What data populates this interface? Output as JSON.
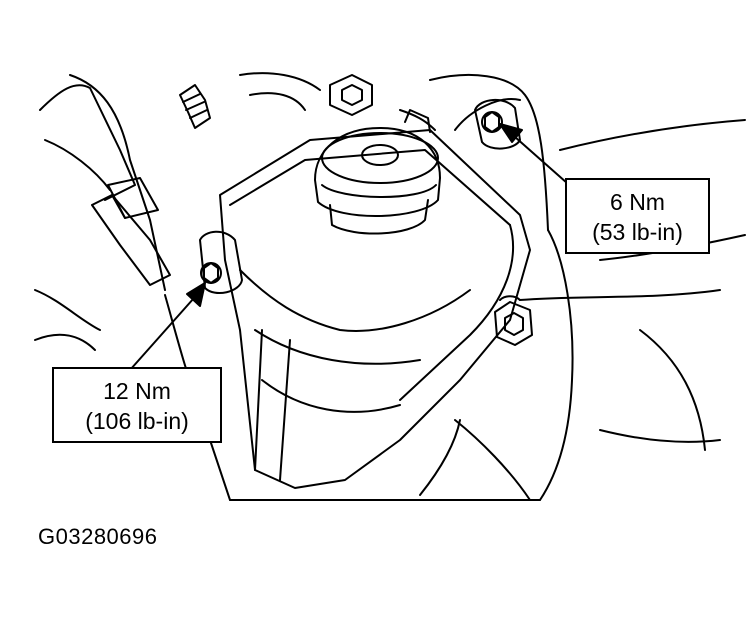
{
  "callouts": {
    "right": {
      "line1": "6 Nm",
      "line2": "(53 lb-in)"
    },
    "left": {
      "line1": "12 Nm",
      "line2": "(106 lb-in)"
    }
  },
  "figure_id": "G03280696",
  "colors": {
    "ink": "#000000",
    "paper": "#ffffff"
  }
}
